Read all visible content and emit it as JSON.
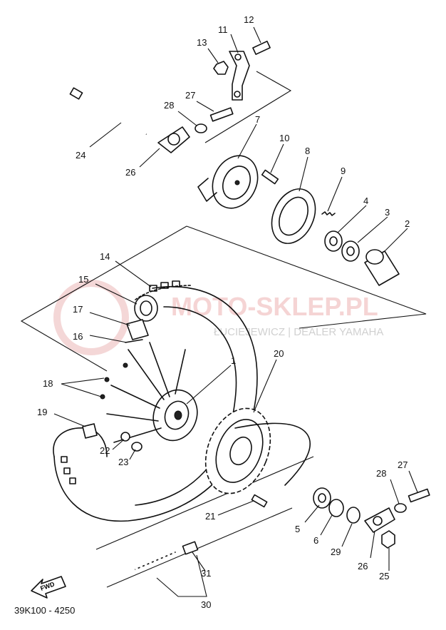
{
  "diagram": {
    "catalog_code": "39K100 - 4250",
    "forward_label": "FWD",
    "watermark": {
      "brand": "MOTO-SKLEP.PL",
      "dealer": "ŁUCIEJEWICZ | DEALER YAMAHA"
    },
    "callouts": [
      {
        "id": "c12",
        "label": "12"
      },
      {
        "id": "c11",
        "label": "11"
      },
      {
        "id": "c13",
        "label": "13"
      },
      {
        "id": "c27a",
        "label": "27"
      },
      {
        "id": "c28a",
        "label": "28"
      },
      {
        "id": "c7",
        "label": "7"
      },
      {
        "id": "c10",
        "label": "10"
      },
      {
        "id": "c8",
        "label": "8"
      },
      {
        "id": "c24",
        "label": "24"
      },
      {
        "id": "c26a",
        "label": "26"
      },
      {
        "id": "c9",
        "label": "9"
      },
      {
        "id": "c4",
        "label": "4"
      },
      {
        "id": "c3",
        "label": "3"
      },
      {
        "id": "c2",
        "label": "2"
      },
      {
        "id": "c14",
        "label": "14"
      },
      {
        "id": "c15",
        "label": "15"
      },
      {
        "id": "c17",
        "label": "17"
      },
      {
        "id": "c16",
        "label": "16"
      },
      {
        "id": "c20",
        "label": "20"
      },
      {
        "id": "c1",
        "label": "1"
      },
      {
        "id": "c18",
        "label": "18"
      },
      {
        "id": "c19",
        "label": "19"
      },
      {
        "id": "c22",
        "label": "22"
      },
      {
        "id": "c23",
        "label": "23"
      },
      {
        "id": "c21",
        "label": "21"
      },
      {
        "id": "c28b",
        "label": "28"
      },
      {
        "id": "c27b",
        "label": "27"
      },
      {
        "id": "c5",
        "label": "5"
      },
      {
        "id": "c6",
        "label": "6"
      },
      {
        "id": "c29",
        "label": "29"
      },
      {
        "id": "c26b",
        "label": "26"
      },
      {
        "id": "c25",
        "label": "25"
      },
      {
        "id": "c31",
        "label": "31"
      },
      {
        "id": "c30",
        "label": "30"
      }
    ]
  }
}
